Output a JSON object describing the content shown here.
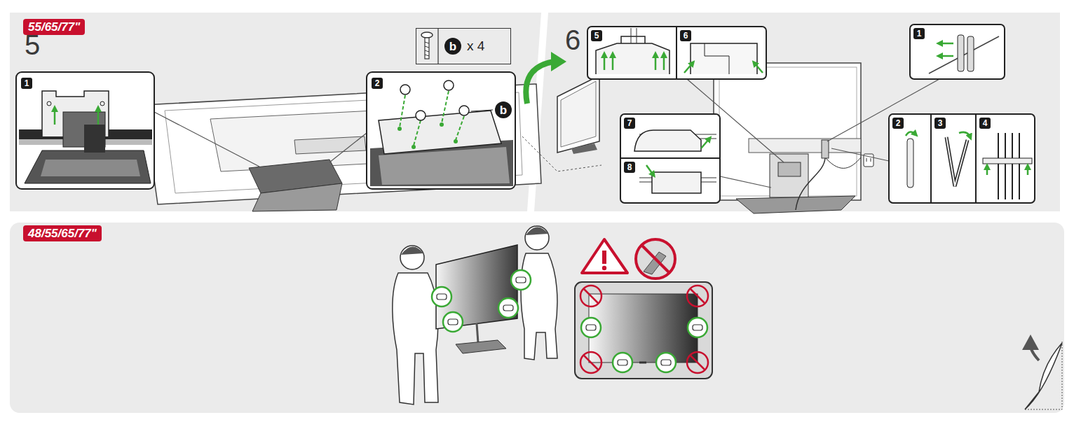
{
  "diagram": {
    "nodes": [
      {
        "text": [
          "55/65/77\""
        ]
      },
      {
        "text": [
          "b",
          "x 4"
        ]
      },
      {
        "text": [
          "48/55/65/77\""
        ]
      }
    ],
    "labels": [
      "5",
      "1",
      "2",
      "b",
      "6",
      "5",
      "6",
      "1",
      "7",
      "8",
      "2",
      "3",
      "4"
    ]
  }
}
